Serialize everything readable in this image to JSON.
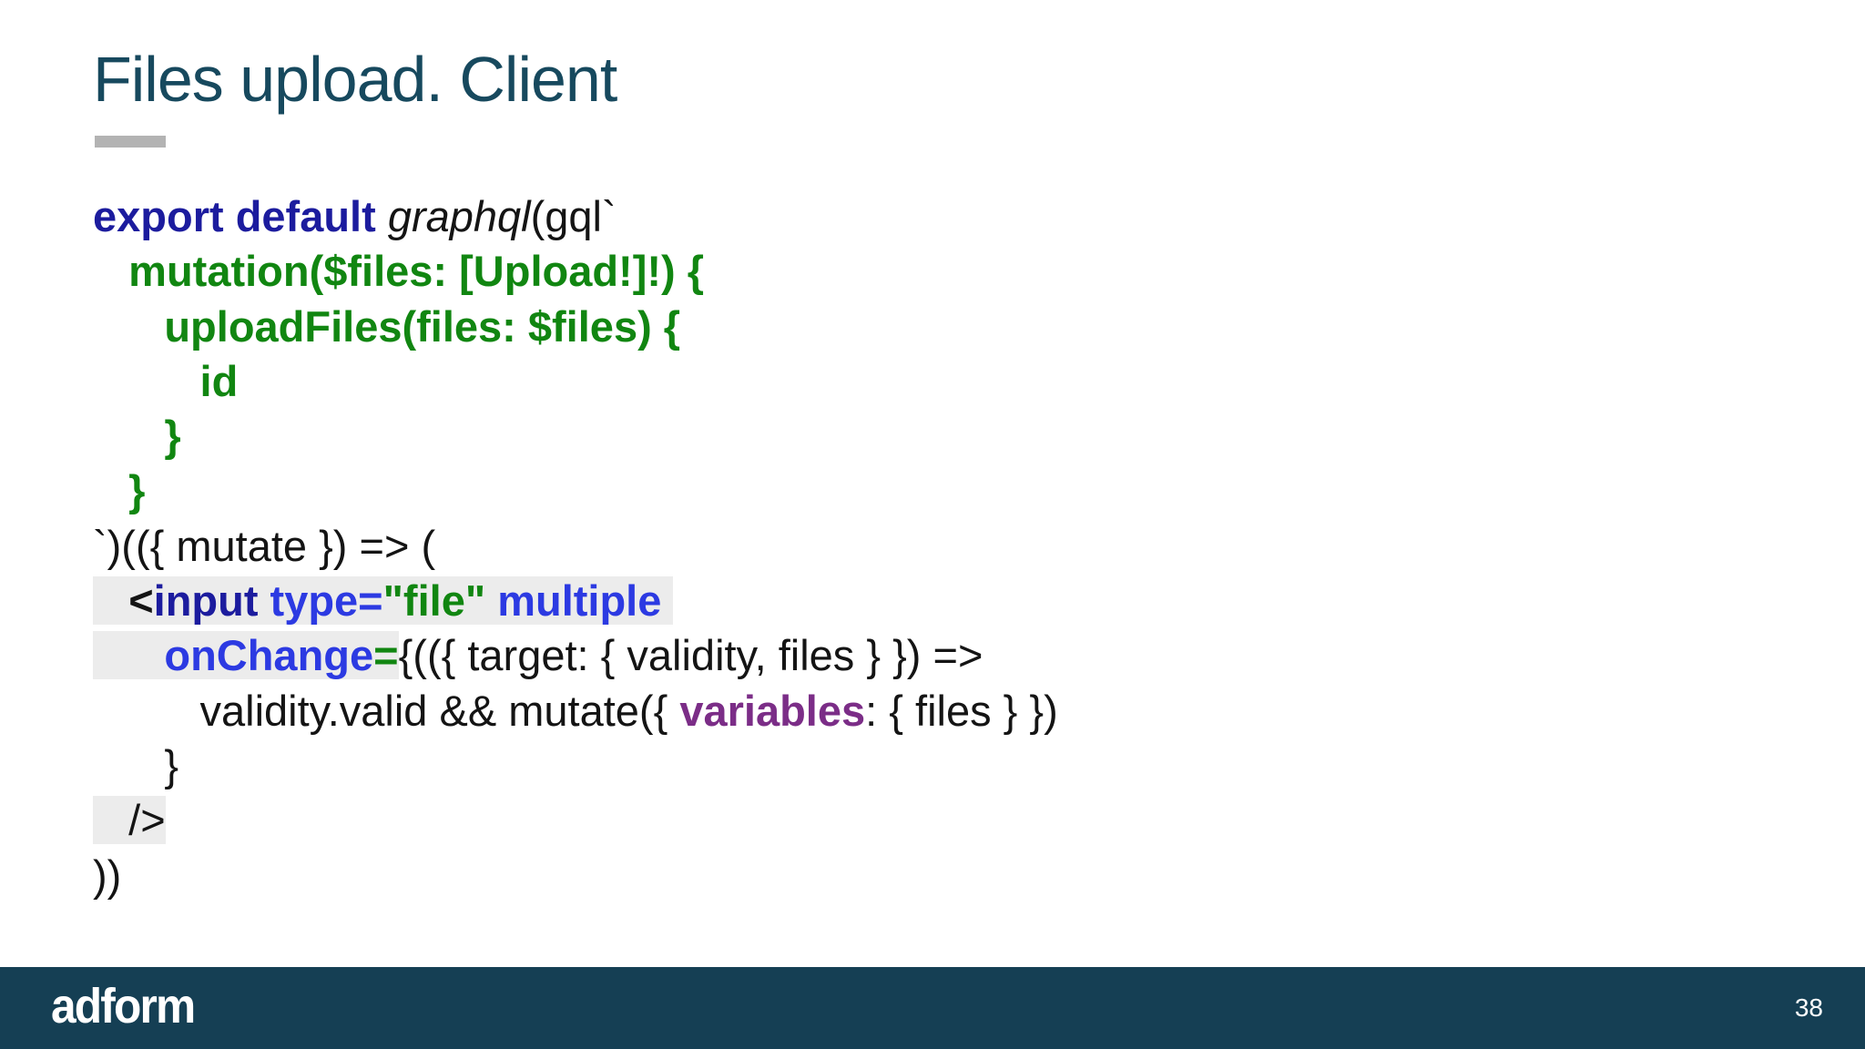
{
  "title": {
    "text": "Files upload. Client"
  },
  "colors": {
    "title": "#17495e",
    "ink": "#141414",
    "navy": "#1c1c9e",
    "blue": "#2c3ae2",
    "green": "#118611",
    "purple": "#7b2d87",
    "hl": "#ececec",
    "rule": "#b3b3b3",
    "footer": "#153f54"
  },
  "code": {
    "lines": [
      {
        "segments": [
          {
            "t": "export default",
            "c": "navy",
            "b": true
          },
          {
            "t": " ",
            "c": "black"
          },
          {
            "t": "graphql",
            "c": "black",
            "i": true
          },
          {
            "t": "(gql`",
            "c": "black"
          }
        ]
      },
      {
        "segments": [
          {
            "t": "   mutation($files: [Upload!]!) {",
            "c": "green",
            "b": true
          }
        ]
      },
      {
        "segments": [
          {
            "t": "      uploadFiles(files: $files) {",
            "c": "green",
            "b": true
          }
        ]
      },
      {
        "segments": [
          {
            "t": "         id",
            "c": "green",
            "b": true
          }
        ]
      },
      {
        "segments": [
          {
            "t": "      }",
            "c": "green",
            "b": true
          }
        ]
      },
      {
        "segments": [
          {
            "t": "   }",
            "c": "green",
            "b": true
          }
        ]
      },
      {
        "segments": [
          {
            "t": "`)(({ mutate }) => (",
            "c": "black"
          }
        ]
      },
      {
        "segments": [
          {
            "t": "   ",
            "c": "black",
            "hl": true
          },
          {
            "t": "<",
            "c": "black",
            "b": true,
            "hl": true
          },
          {
            "t": "input",
            "c": "navy",
            "b": true,
            "hl": true
          },
          {
            "t": " ",
            "c": "black",
            "hl": true
          },
          {
            "t": "type=",
            "c": "blue",
            "b": true,
            "hl": true
          },
          {
            "t": "\"file\"",
            "c": "green",
            "b": true,
            "hl": true
          },
          {
            "t": " ",
            "c": "black",
            "hl": true
          },
          {
            "t": "multiple",
            "c": "blue",
            "b": true,
            "hl": true
          },
          {
            "t": " ",
            "c": "black",
            "hl": true
          }
        ]
      },
      {
        "segments": [
          {
            "t": "      ",
            "c": "black",
            "hl": true
          },
          {
            "t": "onChange",
            "c": "blue",
            "b": true,
            "hl": true
          },
          {
            "t": "=",
            "c": "green",
            "b": true,
            "hl": true
          },
          {
            "t": "{(({ target: { validity, files } }) =>",
            "c": "black"
          }
        ]
      },
      {
        "segments": [
          {
            "t": "         validity.valid && mutate({ ",
            "c": "black"
          },
          {
            "t": "variables",
            "c": "purple",
            "b": true
          },
          {
            "t": ": { files } })",
            "c": "black"
          }
        ]
      },
      {
        "segments": [
          {
            "t": "      }",
            "c": "black"
          }
        ]
      },
      {
        "segments": [
          {
            "t": "   />",
            "c": "black",
            "hl": true
          }
        ]
      },
      {
        "segments": [
          {
            "t": "))",
            "c": "black"
          }
        ]
      }
    ]
  },
  "footer": {
    "logo": "adform",
    "page_number": "38"
  }
}
